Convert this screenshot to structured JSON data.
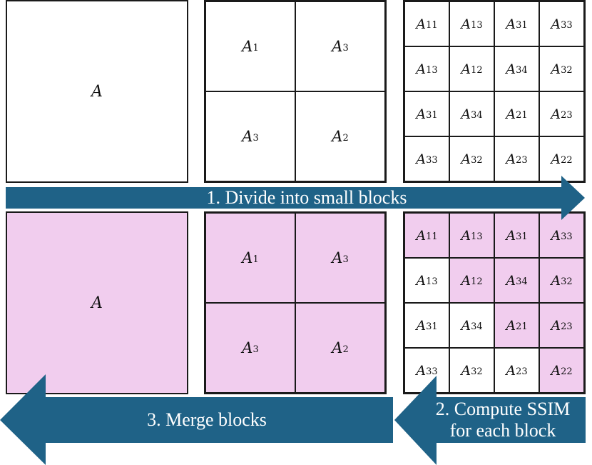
{
  "colors": {
    "highlight": "#f1cdee",
    "arrow": "#1f6287",
    "border": "#1a1a1a",
    "label_text": "#ffffff"
  },
  "top_row": {
    "whole": {
      "label": "A"
    },
    "quad": [
      {
        "base": "A",
        "sub": "1"
      },
      {
        "base": "A",
        "sub": "3"
      },
      {
        "base": "A",
        "sub": "3"
      },
      {
        "base": "A",
        "sub": "2"
      }
    ],
    "grid": [
      {
        "base": "A",
        "sub": "11"
      },
      {
        "base": "A",
        "sub": "13"
      },
      {
        "base": "A",
        "sub": "31"
      },
      {
        "base": "A",
        "sub": "33"
      },
      {
        "base": "A",
        "sub": "13"
      },
      {
        "base": "A",
        "sub": "12"
      },
      {
        "base": "A",
        "sub": "34"
      },
      {
        "base": "A",
        "sub": "32"
      },
      {
        "base": "A",
        "sub": "31"
      },
      {
        "base": "A",
        "sub": "34"
      },
      {
        "base": "A",
        "sub": "21"
      },
      {
        "base": "A",
        "sub": "23"
      },
      {
        "base": "A",
        "sub": "33"
      },
      {
        "base": "A",
        "sub": "32"
      },
      {
        "base": "A",
        "sub": "23"
      },
      {
        "base": "A",
        "sub": "22"
      }
    ]
  },
  "bottom_row": {
    "whole": {
      "label": "A"
    },
    "quad": [
      {
        "base": "A",
        "sub": "1"
      },
      {
        "base": "A",
        "sub": "3"
      },
      {
        "base": "A",
        "sub": "3"
      },
      {
        "base": "A",
        "sub": "2"
      }
    ],
    "grid": [
      {
        "base": "A",
        "sub": "11",
        "highlight": true
      },
      {
        "base": "A",
        "sub": "13",
        "highlight": true
      },
      {
        "base": "A",
        "sub": "31",
        "highlight": true
      },
      {
        "base": "A",
        "sub": "33",
        "highlight": true
      },
      {
        "base": "A",
        "sub": "13",
        "highlight": false
      },
      {
        "base": "A",
        "sub": "12",
        "highlight": true
      },
      {
        "base": "A",
        "sub": "34",
        "highlight": true
      },
      {
        "base": "A",
        "sub": "32",
        "highlight": true
      },
      {
        "base": "A",
        "sub": "31",
        "highlight": false
      },
      {
        "base": "A",
        "sub": "34",
        "highlight": false
      },
      {
        "base": "A",
        "sub": "21",
        "highlight": true
      },
      {
        "base": "A",
        "sub": "23",
        "highlight": true
      },
      {
        "base": "A",
        "sub": "33",
        "highlight": false
      },
      {
        "base": "A",
        "sub": "32",
        "highlight": false
      },
      {
        "base": "A",
        "sub": "23",
        "highlight": false
      },
      {
        "base": "A",
        "sub": "22",
        "highlight": true
      }
    ]
  },
  "arrows": {
    "divide": {
      "label": "1. Divide into small blocks"
    },
    "compute": {
      "line1": "2. Compute SSIM",
      "line2": "for each block"
    },
    "merge": {
      "label": "3. Merge blocks"
    }
  }
}
